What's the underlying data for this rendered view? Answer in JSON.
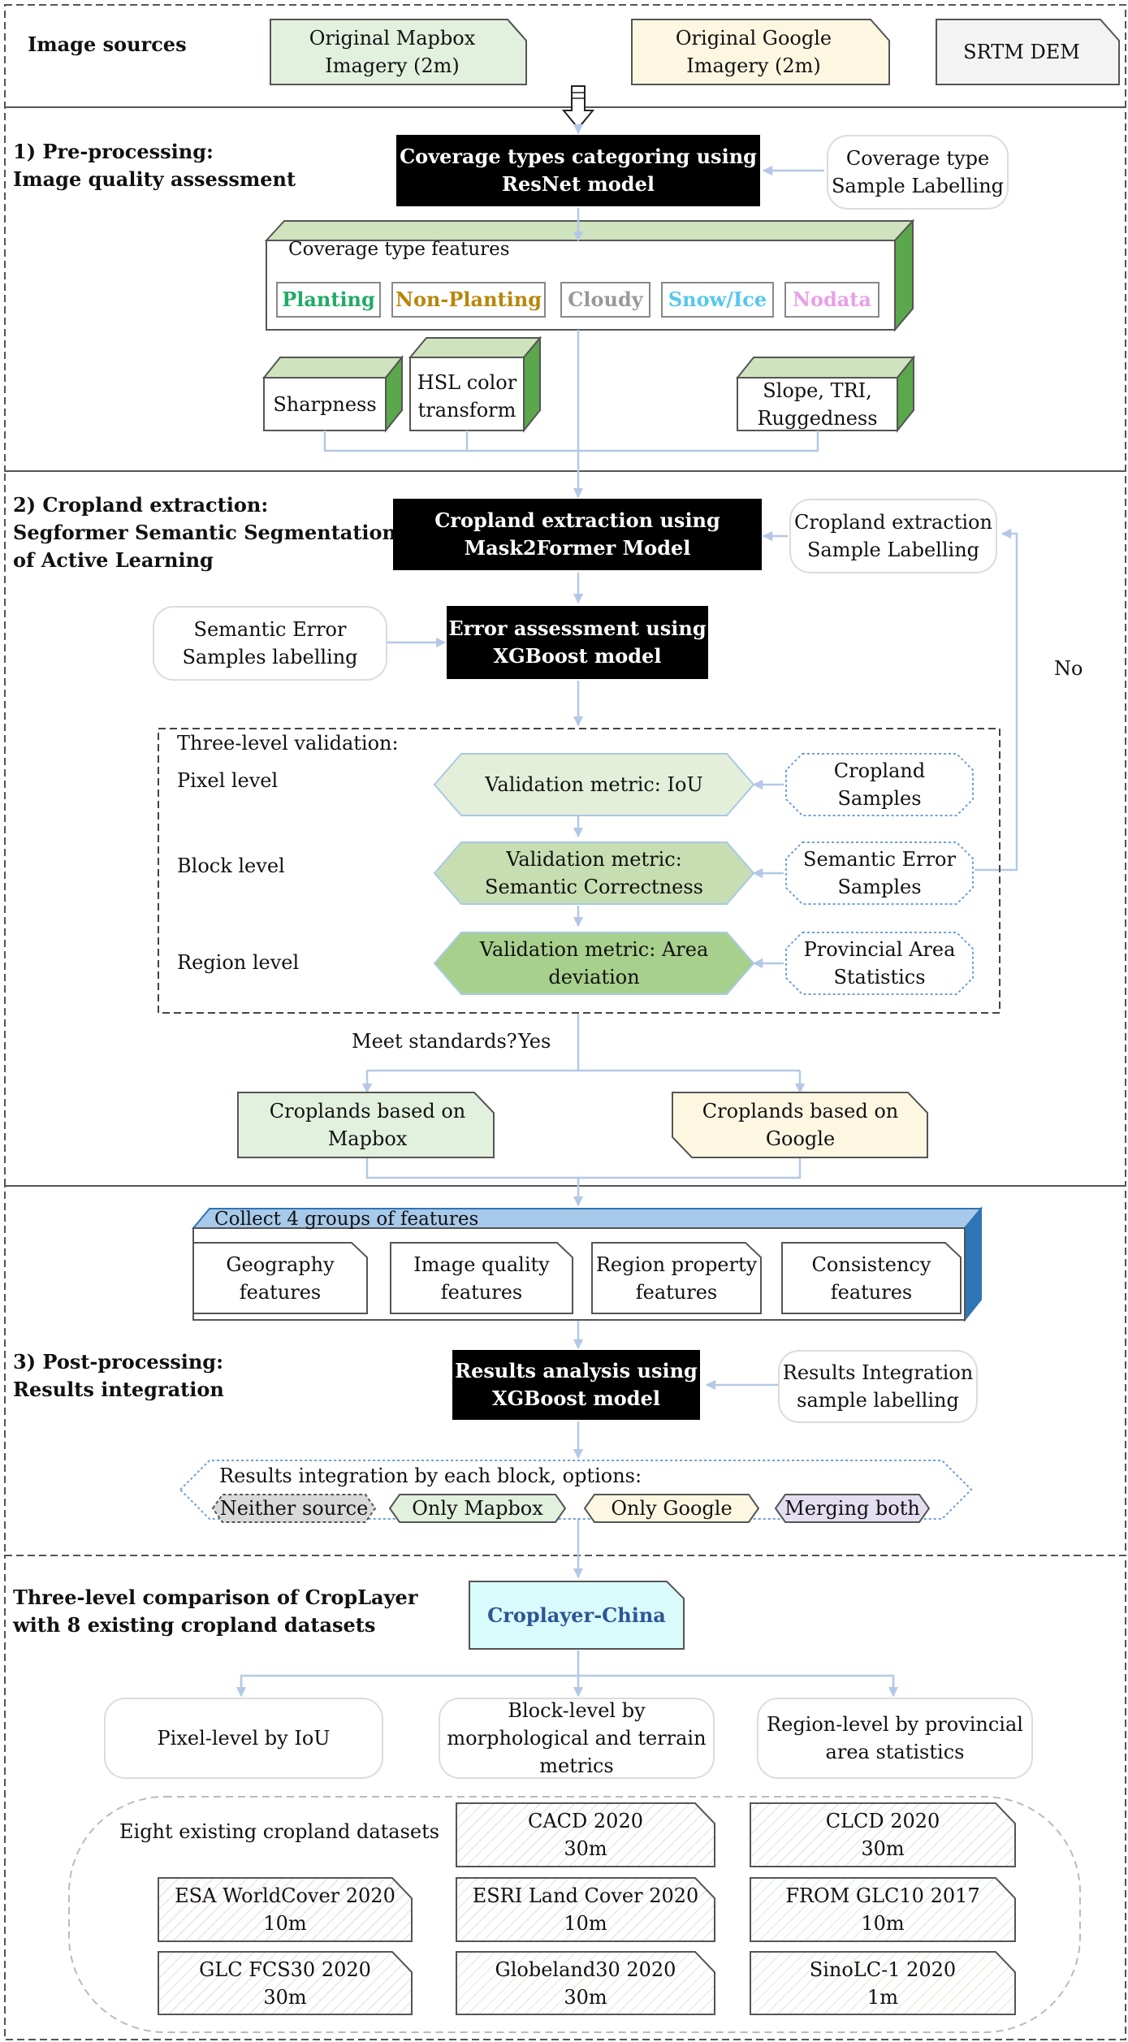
{
  "sources": {
    "title": "Image sources",
    "mapbox": "Original Mapbox Imagery (2m)",
    "google": "Original Google Imagery (2m)",
    "srtm": "SRTM DEM"
  },
  "preprocessing": {
    "header_line1": "1) Pre-processing:",
    "header_line2": "Image quality assessment",
    "model": "Coverage types categoring using ResNet model",
    "sample": "Coverage type Sample Labelling",
    "features_title": "Coverage type features",
    "tags": [
      {
        "label": "Planting",
        "color": "#22aa66"
      },
      {
        "label": "Non-Planting",
        "color": "#b8860b"
      },
      {
        "label": "Cloudy",
        "color": "#999999"
      },
      {
        "label": "Snow/Ice",
        "color": "#55c8ee"
      },
      {
        "label": "Nodata",
        "color": "#e8a0e8"
      }
    ],
    "sharpness": "Sharpness",
    "hsl": "HSL color transform",
    "slope": "Slope, TRI, Ruggedness"
  },
  "extraction": {
    "header_line1": "2) Cropland extraction:",
    "header_line2": "Segformer Semantic Segmentation",
    "header_line3": "of Active Learning",
    "model": "Cropland extraction using Mask2Former Model",
    "sample": "Cropland extraction Sample Labelling",
    "error_model": "Error assessment using XGBoost model",
    "error_samples": "Semantic Error Samples labelling",
    "no_label": "No",
    "validation_title": "Three-level validation:",
    "levels": [
      {
        "level": "Pixel level",
        "metric": "Validation metric: IoU",
        "source": "Cropland Samples"
      },
      {
        "level": "Block level",
        "metric": "Validation metric: Semantic Correctness",
        "source": "Semantic Error Samples"
      },
      {
        "level": "Region level",
        "metric": "Validation metric: Area deviation",
        "source": "Provincial Area Statistics"
      }
    ],
    "meet": "Meet standards?",
    "yes": "Yes",
    "out_mapbox": "Croplands based on Mapbox",
    "out_google": "Croplands based on Google"
  },
  "postprocessing": {
    "features_title": "Collect 4 groups of features",
    "features": [
      "Geography features",
      "Image quality features",
      "Region property features",
      "Consistency features"
    ],
    "header_line1": "3) Post-processing:",
    "header_line2": "Results integration",
    "model": "Results analysis using XGBoost model",
    "sample": "Results Integration sample labelling",
    "options_title": "Results integration by each block, options:",
    "options": [
      "Neither source",
      "Only Mapbox",
      "Only Google",
      "Merging both"
    ]
  },
  "comparison": {
    "header_line1": "Three-level comparison of CropLayer",
    "header_line2": "with 8 existing cropland datasets",
    "product": "Croplayer-China",
    "levels": [
      "Pixel-level by IoU",
      "Block-level by morphological and terrain metrics",
      "Region-level by provincial area statistics"
    ],
    "datasets_title": "Eight existing cropland datasets",
    "datasets": [
      {
        "name": "CACD 2020",
        "res": "30m"
      },
      {
        "name": "CLCD 2020",
        "res": "30m"
      },
      {
        "name": "ESA WorldCover 2020",
        "res": "10m"
      },
      {
        "name": "ESRI Land Cover 2020",
        "res": "10m"
      },
      {
        "name": "FROM GLC10 2017",
        "res": "10m"
      },
      {
        "name": "GLC FCS30 2020",
        "res": "30m"
      },
      {
        "name": "Globeland30 2020",
        "res": "30m"
      },
      {
        "name": "SinoLC-1 2020",
        "res": "1m"
      }
    ]
  }
}
